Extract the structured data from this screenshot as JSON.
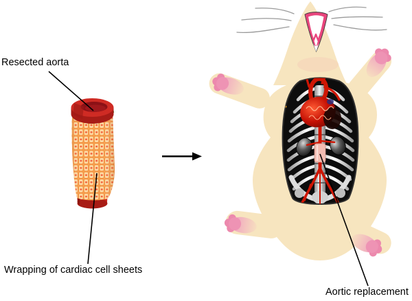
{
  "figure": {
    "type": "scientific-diagram",
    "description_visible_text_only": true,
    "labels": {
      "resected_aorta": "Resected aorta",
      "wrapping": "Wrapping of cardiac cell sheets",
      "aortic_replacement": "Aortic replacement"
    },
    "icons": {
      "arrow": "right-arrow-icon"
    },
    "colors": {
      "background": "#ffffff",
      "label_text": "#000000",
      "leader_line": "#000000",
      "aorta_red": "#c9281f",
      "aorta_rim_dark": "#8c1116",
      "cell_sheet_orange": "#f59342",
      "cell_sheet_light": "#fdd9a2",
      "cell_sheet_dot": "#f2603c",
      "suture_green": "#3f9b3c",
      "rat_body_cream": "#f7e5bf",
      "paw_pink": "#ec89ad",
      "snout_pink": "#e8457c",
      "whisker_gray": "#9a9a9a",
      "cavity_black": "#0d0d0d",
      "rib_white": "#efefef",
      "vessel_red": "#cf1604",
      "graft_pink": "#f3bcb2",
      "kidney_dark": "#1a1a1a"
    }
  }
}
